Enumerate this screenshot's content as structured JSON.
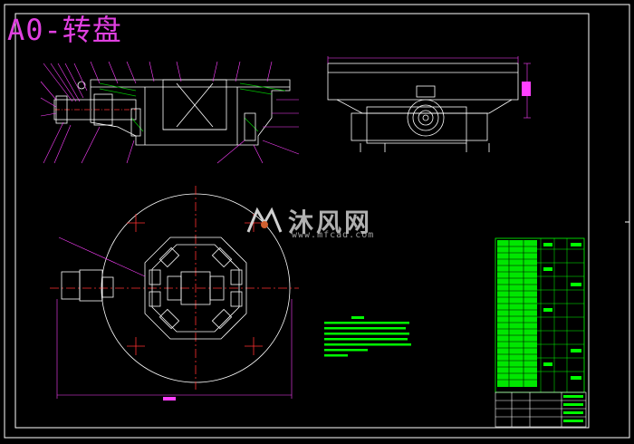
{
  "drawing": {
    "title": "A0-转盘"
  },
  "watermark": {
    "brand_cn": "沐风网",
    "url": "www.mfcad.com"
  },
  "colors": {
    "background": "#000000",
    "frame": "#ffffff",
    "geometry": "#ffffff",
    "dimension": "#ff40ff",
    "annotation": "#00ff00",
    "centerline": "#ff3030",
    "title_block": "#00ff00",
    "watermark": "#cccccc"
  }
}
